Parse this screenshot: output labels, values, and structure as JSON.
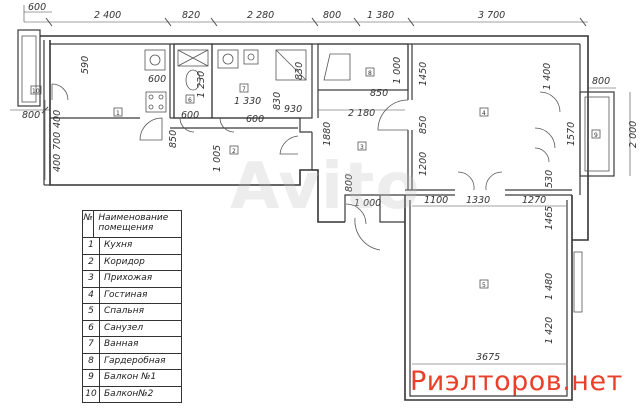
{
  "legend": {
    "header_no": "№",
    "header_name": "Наименование помещения",
    "rows": [
      {
        "no": "1",
        "name": "Кухня"
      },
      {
        "no": "2",
        "name": "Коридор"
      },
      {
        "no": "3",
        "name": "Прихожая"
      },
      {
        "no": "4",
        "name": "Гостиная"
      },
      {
        "no": "5",
        "name": "Спальня"
      },
      {
        "no": "6",
        "name": "Санузел"
      },
      {
        "no": "7",
        "name": "Ванная"
      },
      {
        "no": "8",
        "name": "Гардеробная"
      },
      {
        "no": "9",
        "name": "Балкон №1"
      },
      {
        "no": "10",
        "name": "Балкон№2"
      }
    ]
  },
  "dimensions": {
    "top_600": "600",
    "top_2400": "2 400",
    "top_820": "820",
    "top_2280": "2 280",
    "top_800": "800",
    "top_1380": "1 380",
    "top_3700": "3 700",
    "left_800": "800",
    "left_400a": "400",
    "left_700": "700",
    "left_400b": "400",
    "k_590": "590",
    "k_600": "600",
    "k_850": "850",
    "wc_1230": "1 230",
    "wc_600": "600",
    "c_1005": "1 005",
    "b_1330": "1 330",
    "b_830a": "830",
    "b_830b": "830",
    "b_930": "930",
    "b_600": "600",
    "w_1000": "1 000",
    "w_850": "850",
    "w_2180": "2 180",
    "h_1880": "1880",
    "h_800": "800",
    "h_1000": "1 000",
    "l_850": "850",
    "l_1200": "1200",
    "l_1450": "1450",
    "l_1400": "1 400",
    "bal_800": "800",
    "bal_1570": "1570",
    "bal_530": "530",
    "bal_2000": "2 000",
    "s_1100": "1100",
    "s_1330": "1330",
    "s_1270": "1270",
    "s_1465": "1465",
    "s_1480": "1 480",
    "s_1420": "1 420",
    "s_3675": "3675"
  },
  "room_labels": {
    "r1": "1",
    "r2": "2",
    "r3": "3",
    "r4": "4",
    "r5": "5",
    "r6": "6",
    "r7": "7",
    "r8": "8",
    "r9": "9",
    "r10": "10"
  },
  "watermark": "Avito",
  "brand": "Риэлторов.нет"
}
